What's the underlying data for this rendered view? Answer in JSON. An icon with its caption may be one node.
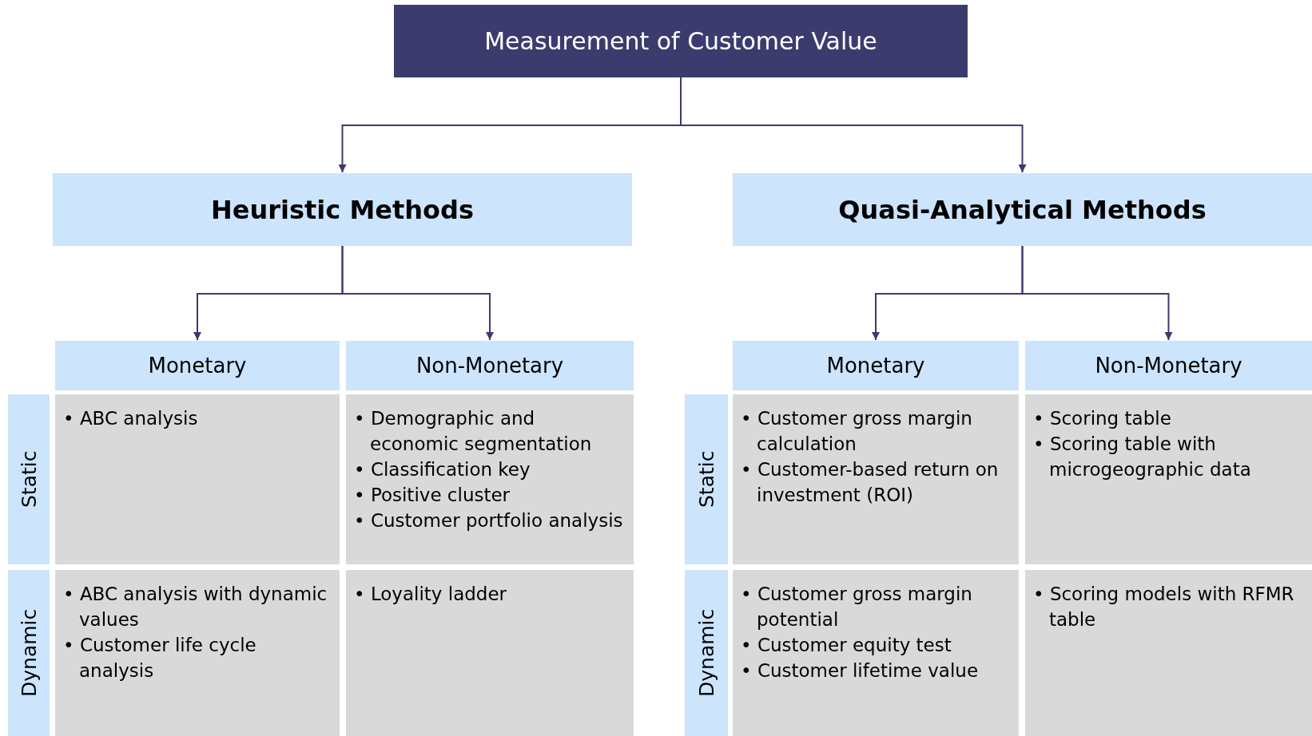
{
  "diagram": {
    "nodes": [
      {
        "text": [
          "Measurement of Customer Value"
        ]
      },
      {
        "text": [
          "Heuristic Methods"
        ]
      },
      {
        "text": [
          "Quasi-Analytical Methods"
        ]
      },
      {
        "text": [
          "Monetary"
        ]
      },
      {
        "text": [
          "Non-Monetary"
        ]
      },
      {
        "text": [
          "Monetary"
        ]
      },
      {
        "text": [
          "Non-Monetary"
        ]
      },
      {
        "text": [
          "Static"
        ]
      },
      {
        "text": [
          "• ABC analysis"
        ]
      },
      {
        "text": [
          "• Demographic and economic segmentation",
          "• Classification key",
          "• Positive cluster",
          "• Customer portfolio analysis"
        ]
      },
      {
        "text": [
          "Static"
        ]
      },
      {
        "text": [
          "• Customer gross margin calculation",
          "• Customer-based return on investment (ROI)"
        ]
      },
      {
        "text": [
          "• Scoring table",
          "• Scoring table with microgeographic data"
        ]
      },
      {
        "text": [
          "Dynamic"
        ]
      },
      {
        "text": [
          "• ABC analysis with dynamic values",
          "• Customer life cycle analysis"
        ]
      },
      {
        "text": [
          "• Loyality ladder"
        ]
      },
      {
        "text": [
          "Dynamic"
        ]
      },
      {
        "text": [
          "• Customer gross margin potential",
          "• Customer equity test",
          "• Customer lifetime value"
        ]
      },
      {
        "text": [
          "• Scoring models with RFMR table"
        ]
      }
    ],
    "edges": [
      {
        "from": 0,
        "to": 1,
        "arrow": "to"
      },
      {
        "from": 0,
        "to": 2,
        "arrow": "to"
      },
      {
        "from": 1,
        "to": 3,
        "arrow": "to"
      },
      {
        "from": 1,
        "to": 4,
        "arrow": "to"
      },
      {
        "from": 2,
        "to": 5,
        "arrow": "to"
      },
      {
        "from": 2,
        "to": 6,
        "arrow": "to"
      }
    ]
  }
}
